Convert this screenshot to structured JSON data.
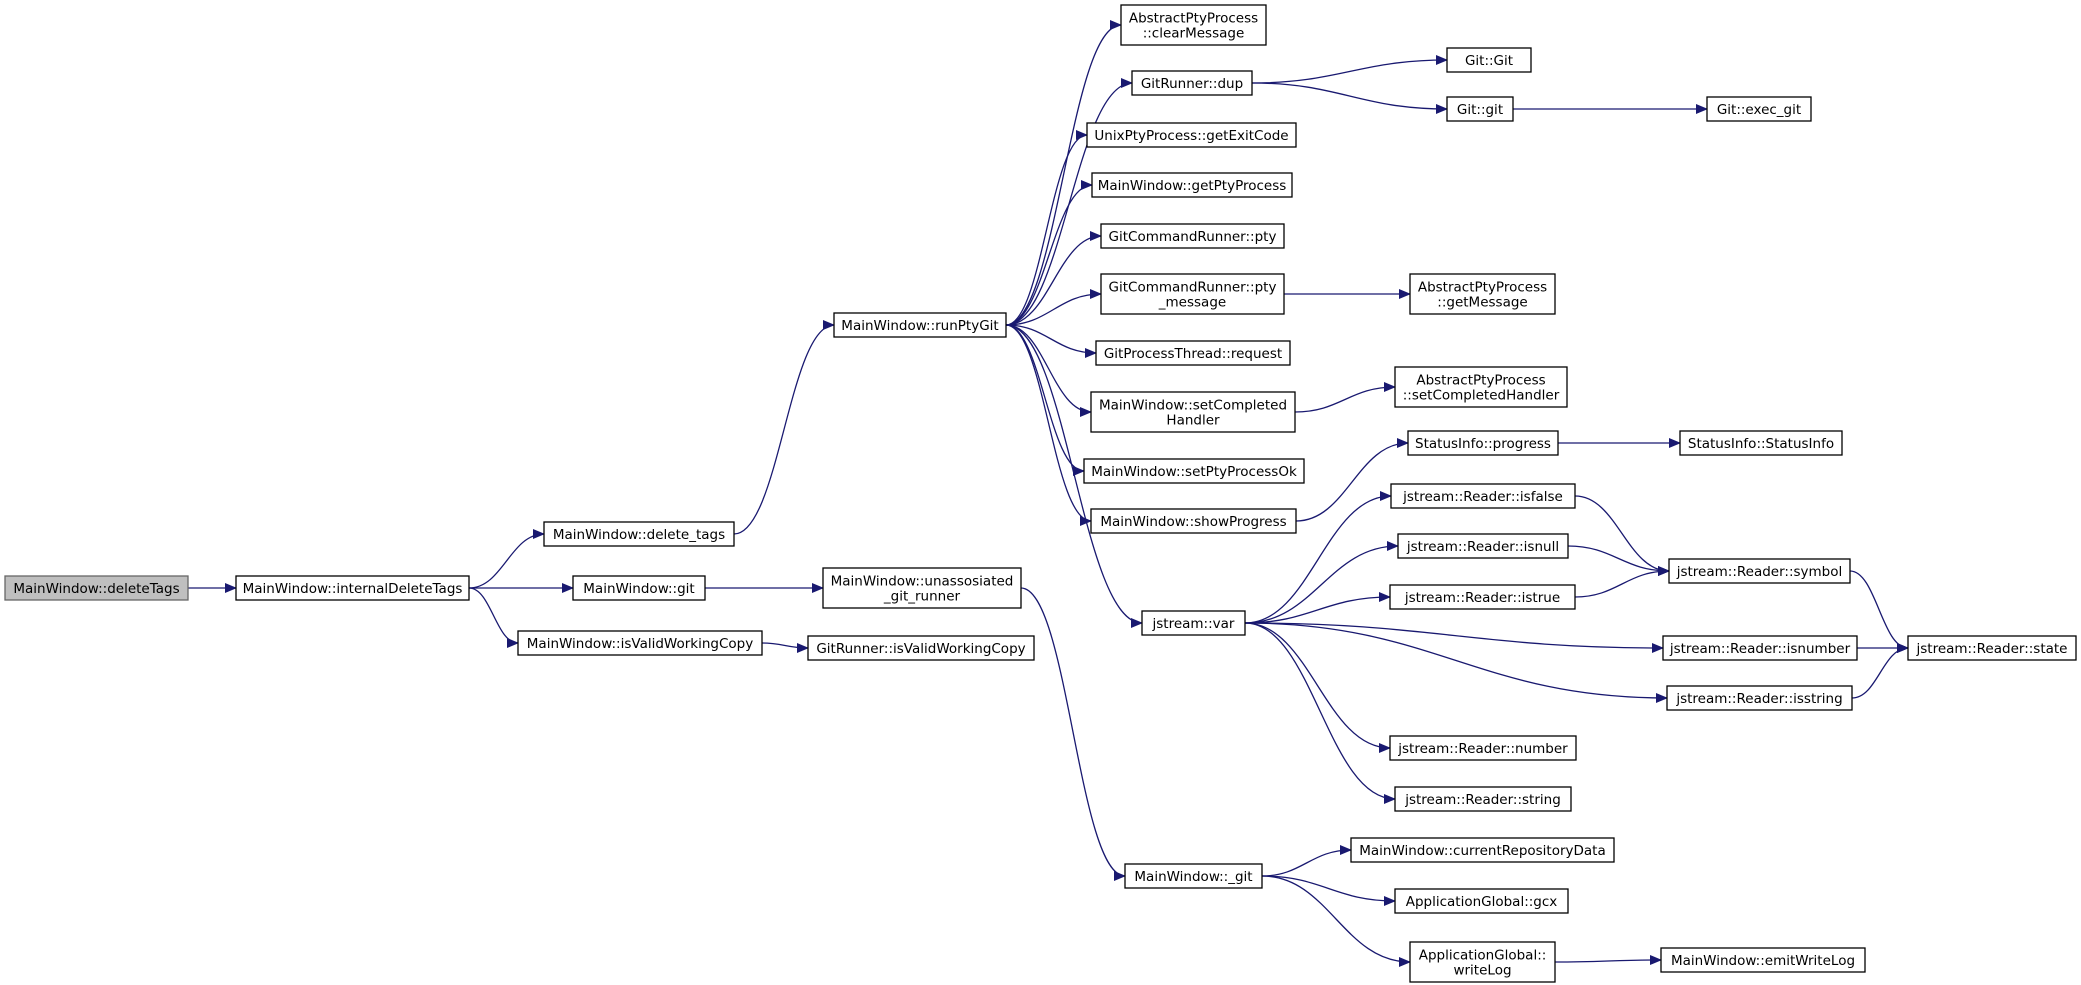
{
  "colors": {
    "edge": "#191970",
    "root_fill": "#bfbfbf",
    "node_fill": "#ffffff",
    "node_border": "#000000"
  },
  "nodes": [
    {
      "id": "deleteTags",
      "lines": [
        "MainWindow::deleteTags"
      ],
      "root": true
    },
    {
      "id": "internalDeleteTags",
      "lines": [
        "MainWindow::internalDeleteTags"
      ]
    },
    {
      "id": "delete_tags",
      "lines": [
        "MainWindow::delete_tags"
      ]
    },
    {
      "id": "git",
      "lines": [
        "MainWindow::git"
      ]
    },
    {
      "id": "isValidWorkingCopy",
      "lines": [
        "MainWindow::isValidWorkingCopy"
      ]
    },
    {
      "id": "runPtyGit",
      "lines": [
        "MainWindow::runPtyGit"
      ]
    },
    {
      "id": "unassosiated",
      "lines": [
        "MainWindow::unassosiated",
        "_git_runner"
      ]
    },
    {
      "id": "gr_isValid",
      "lines": [
        "GitRunner::isValidWorkingCopy"
      ]
    },
    {
      "id": "clearMessage",
      "lines": [
        "AbstractPtyProcess",
        "::clearMessage"
      ]
    },
    {
      "id": "dup",
      "lines": [
        "GitRunner::dup"
      ]
    },
    {
      "id": "getExitCode",
      "lines": [
        "UnixPtyProcess::getExitCode"
      ]
    },
    {
      "id": "getPtyProcess",
      "lines": [
        "MainWindow::getPtyProcess"
      ]
    },
    {
      "id": "pty",
      "lines": [
        "GitCommandRunner::pty"
      ]
    },
    {
      "id": "pty_message",
      "lines": [
        "GitCommandRunner::pty",
        "_message"
      ]
    },
    {
      "id": "request",
      "lines": [
        "GitProcessThread::request"
      ]
    },
    {
      "id": "setCompletedHandler",
      "lines": [
        "MainWindow::setCompleted",
        "Handler"
      ]
    },
    {
      "id": "setPtyProcessOk",
      "lines": [
        "MainWindow::setPtyProcessOk"
      ]
    },
    {
      "id": "showProgress",
      "lines": [
        "MainWindow::showProgress"
      ]
    },
    {
      "id": "var",
      "lines": [
        "jstream::var"
      ]
    },
    {
      "id": "_git",
      "lines": [
        "MainWindow::_git"
      ]
    },
    {
      "id": "GitGit",
      "lines": [
        "Git::Git"
      ]
    },
    {
      "id": "Gitgit",
      "lines": [
        "Git::git"
      ]
    },
    {
      "id": "exec_git",
      "lines": [
        "Git::exec_git"
      ]
    },
    {
      "id": "getMessage",
      "lines": [
        "AbstractPtyProcess",
        "::getMessage"
      ]
    },
    {
      "id": "setCompletedHandler2",
      "lines": [
        "AbstractPtyProcess",
        "::setCompletedHandler"
      ]
    },
    {
      "id": "progress",
      "lines": [
        "StatusInfo::progress"
      ]
    },
    {
      "id": "StatusInfo",
      "lines": [
        "StatusInfo::StatusInfo"
      ]
    },
    {
      "id": "isfalse",
      "lines": [
        "jstream::Reader::isfalse"
      ]
    },
    {
      "id": "isnull",
      "lines": [
        "jstream::Reader::isnull"
      ]
    },
    {
      "id": "istrue",
      "lines": [
        "jstream::Reader::istrue"
      ]
    },
    {
      "id": "symbol",
      "lines": [
        "jstream::Reader::symbol"
      ]
    },
    {
      "id": "isnumber",
      "lines": [
        "jstream::Reader::isnumber"
      ]
    },
    {
      "id": "isstring",
      "lines": [
        "jstream::Reader::isstring"
      ]
    },
    {
      "id": "state",
      "lines": [
        "jstream::Reader::state"
      ]
    },
    {
      "id": "number",
      "lines": [
        "jstream::Reader::number"
      ]
    },
    {
      "id": "string",
      "lines": [
        "jstream::Reader::string"
      ]
    },
    {
      "id": "currentRepositoryData",
      "lines": [
        "MainWindow::currentRepositoryData"
      ]
    },
    {
      "id": "gcx",
      "lines": [
        "ApplicationGlobal::gcx"
      ]
    },
    {
      "id": "writeLog",
      "lines": [
        "ApplicationGlobal::",
        "writeLog"
      ]
    },
    {
      "id": "emitWriteLog",
      "lines": [
        "MainWindow::emitWriteLog"
      ]
    }
  ],
  "edges": [
    [
      "deleteTags",
      "internalDeleteTags"
    ],
    [
      "internalDeleteTags",
      "delete_tags"
    ],
    [
      "internalDeleteTags",
      "git"
    ],
    [
      "internalDeleteTags",
      "isValidWorkingCopy"
    ],
    [
      "delete_tags",
      "runPtyGit"
    ],
    [
      "git",
      "unassosiated"
    ],
    [
      "isValidWorkingCopy",
      "gr_isValid"
    ],
    [
      "unassosiated",
      "_git"
    ],
    [
      "runPtyGit",
      "clearMessage"
    ],
    [
      "runPtyGit",
      "dup"
    ],
    [
      "runPtyGit",
      "getExitCode"
    ],
    [
      "runPtyGit",
      "getPtyProcess"
    ],
    [
      "runPtyGit",
      "pty"
    ],
    [
      "runPtyGit",
      "pty_message"
    ],
    [
      "runPtyGit",
      "request"
    ],
    [
      "runPtyGit",
      "setCompletedHandler"
    ],
    [
      "runPtyGit",
      "setPtyProcessOk"
    ],
    [
      "runPtyGit",
      "showProgress"
    ],
    [
      "runPtyGit",
      "var"
    ],
    [
      "dup",
      "GitGit"
    ],
    [
      "dup",
      "Gitgit"
    ],
    [
      "Gitgit",
      "exec_git"
    ],
    [
      "pty_message",
      "getMessage"
    ],
    [
      "setCompletedHandler",
      "setCompletedHandler2"
    ],
    [
      "showProgress",
      "progress"
    ],
    [
      "progress",
      "StatusInfo"
    ],
    [
      "var",
      "isfalse"
    ],
    [
      "var",
      "isnull"
    ],
    [
      "var",
      "istrue"
    ],
    [
      "var",
      "isnumber"
    ],
    [
      "var",
      "isstring"
    ],
    [
      "var",
      "number"
    ],
    [
      "var",
      "string"
    ],
    [
      "isfalse",
      "symbol"
    ],
    [
      "isnull",
      "symbol"
    ],
    [
      "istrue",
      "symbol"
    ],
    [
      "symbol",
      "state"
    ],
    [
      "isnumber",
      "state"
    ],
    [
      "isstring",
      "state"
    ],
    [
      "_git",
      "currentRepositoryData"
    ],
    [
      "_git",
      "gcx"
    ],
    [
      "_git",
      "writeLog"
    ],
    [
      "writeLog",
      "emitWriteLog"
    ]
  ]
}
